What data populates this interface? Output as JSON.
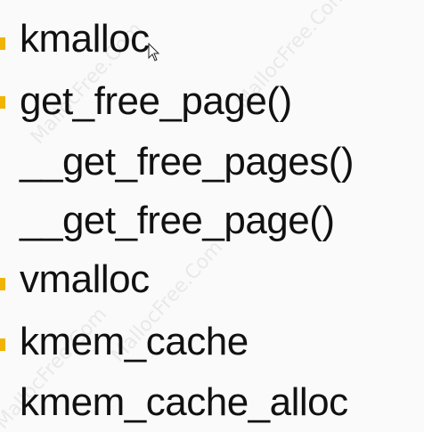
{
  "slide": {
    "lines": [
      {
        "text": "kmalloc",
        "bullet": true
      },
      {
        "text": "get_free_page()",
        "bullet": true
      },
      {
        "text": "__get_free_pages()",
        "bullet": false
      },
      {
        "text": "__get_free_page()",
        "bullet": false
      },
      {
        "text": "vmalloc",
        "bullet": true
      },
      {
        "text": "kmem_cache",
        "bullet": true
      },
      {
        "text": "kmem_cache_alloc",
        "bullet": false
      }
    ]
  },
  "watermarks": [
    "MallocFree.Com",
    "MallocFree.Com",
    "MallocFree.Com",
    "MallocFree.Com"
  ],
  "colors": {
    "bullet": "#f1b400",
    "text": "#111111",
    "background": "#fafafa"
  }
}
